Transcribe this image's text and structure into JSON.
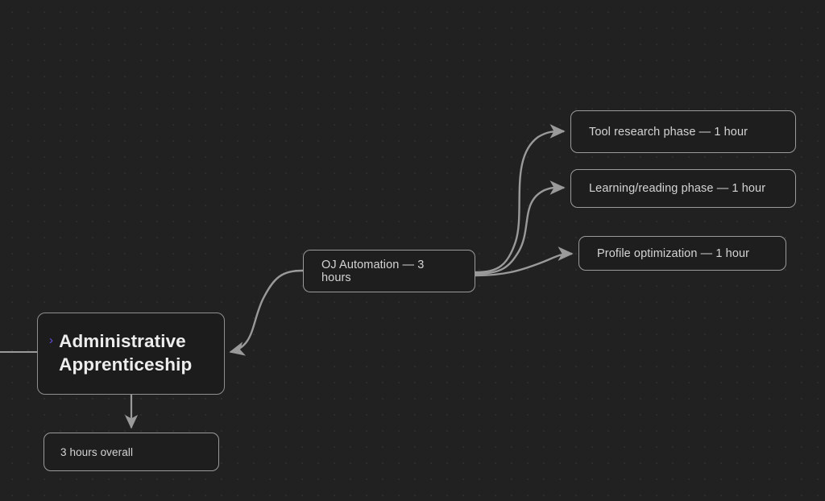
{
  "canvas": {
    "background_color": "#212121",
    "dot_color": "#2e2e2e",
    "edge_color": "#9a9a9a",
    "node_fill": "#1e1e1e",
    "node_border": "#9b9b9b",
    "accent_color": "#6b4de6"
  },
  "nodes": {
    "root": {
      "chevron": "›",
      "label": "Administrative Apprenticeship"
    },
    "overall": {
      "label": "3 hours overall"
    },
    "oj": {
      "label": "OJ Automation — 3 hours"
    },
    "tool": {
      "label": "Tool research phase — 1 hour"
    },
    "learn": {
      "label": "Learning/reading phase — 1 hour"
    },
    "profile": {
      "label": "Profile optimization — 1 hour"
    }
  },
  "edges": [
    {
      "name": "incoming-to-root",
      "from": "off-canvas-left",
      "to": "root"
    },
    {
      "name": "oj-to-root",
      "from": "oj",
      "to": "root"
    },
    {
      "name": "root-to-overall",
      "from": "root",
      "to": "overall"
    },
    {
      "name": "oj-to-tool",
      "from": "oj",
      "to": "tool"
    },
    {
      "name": "oj-to-learn",
      "from": "oj",
      "to": "learn"
    },
    {
      "name": "oj-to-profile",
      "from": "oj",
      "to": "profile"
    }
  ]
}
